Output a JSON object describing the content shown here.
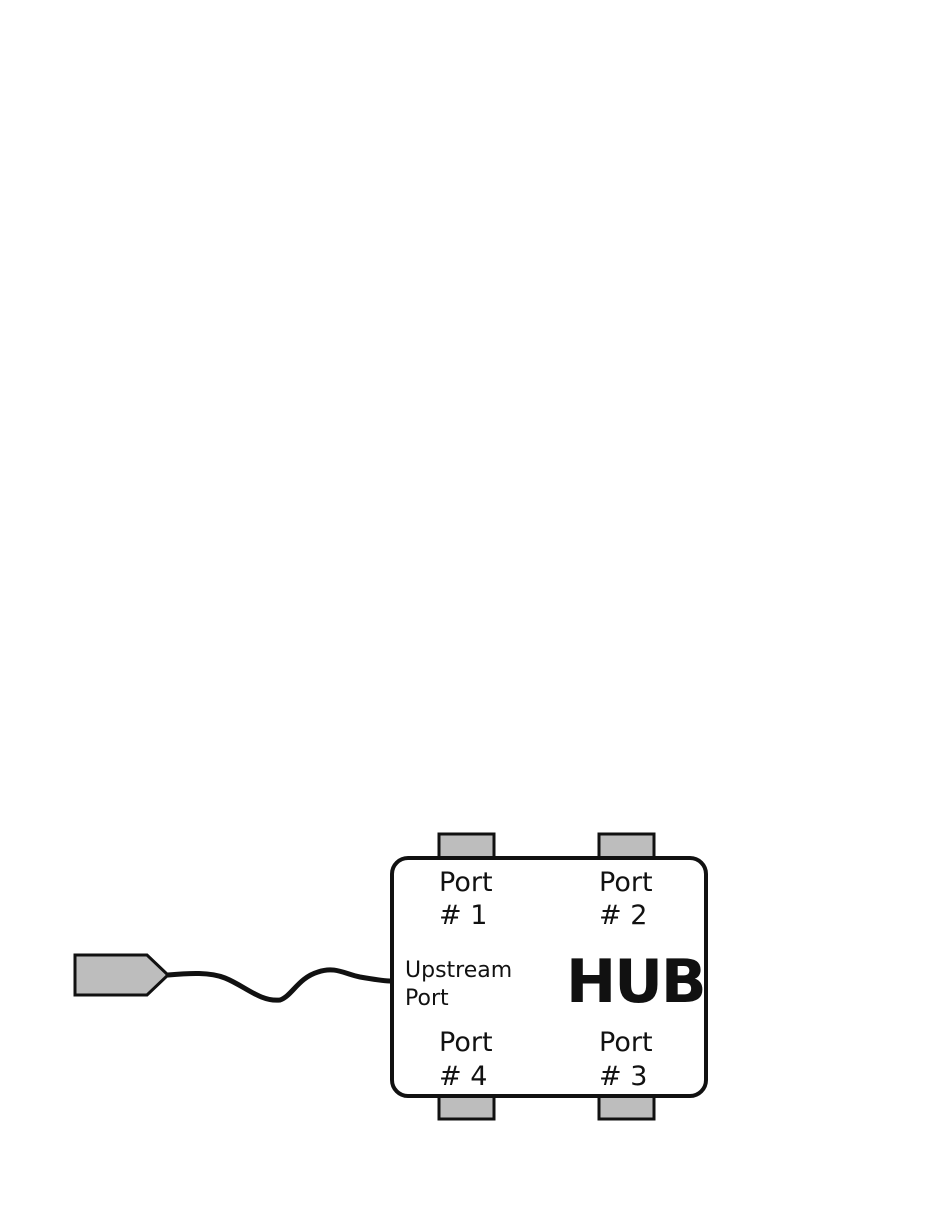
{
  "diagram": {
    "hub_label": "HUB",
    "upstream_label_line1": "Upstream",
    "upstream_label_line2": "Port",
    "ports": [
      {
        "line1": "Port",
        "line2": "# 1"
      },
      {
        "line1": "Port",
        "line2": "# 2"
      },
      {
        "line1": "Port",
        "line2": "# 3"
      },
      {
        "line1": "Port",
        "line2": "# 4"
      }
    ]
  },
  "colors": {
    "connector_fill": "#bdbdbd",
    "outline": "#111111",
    "background": "#ffffff"
  }
}
